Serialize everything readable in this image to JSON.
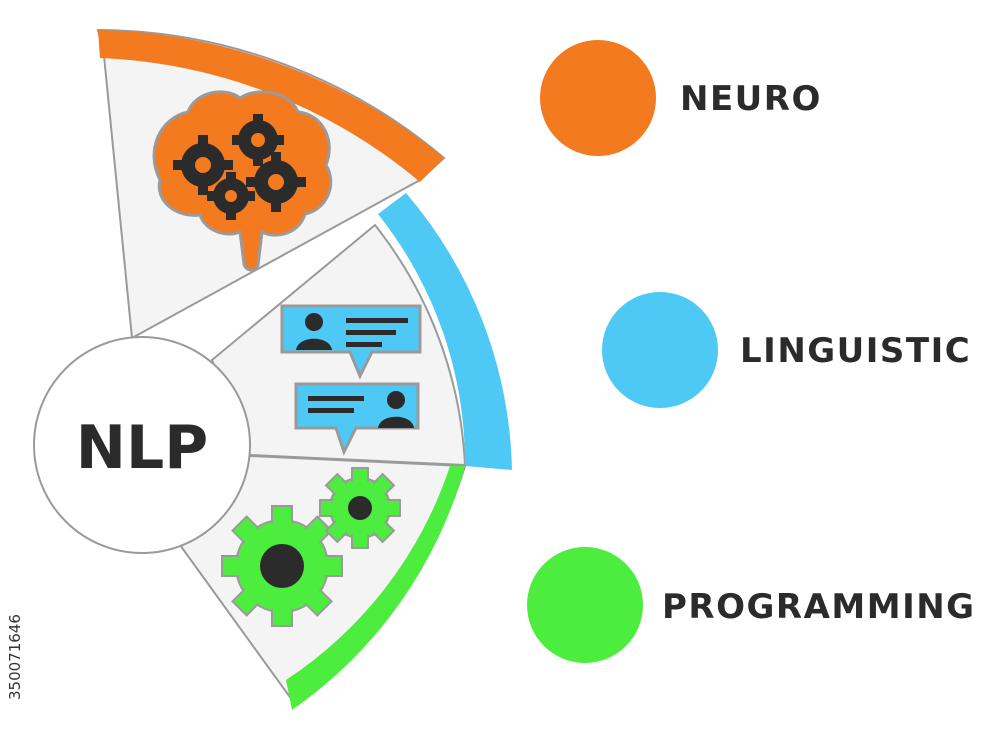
{
  "center": {
    "label": "NLP"
  },
  "terms": [
    {
      "word": "NEURO",
      "color": "#f37a1f",
      "icon": "brain-gears-icon"
    },
    {
      "word": "LINGUISTIC",
      "color": "#4ec8f4",
      "icon": "chat-bubbles-icon"
    },
    {
      "word": "PROGRAMMING",
      "color": "#4ded3f",
      "icon": "gears-icon"
    }
  ],
  "colors": {
    "segment_fill": "#f4f4f4",
    "outline": "#9a9a9a",
    "dark": "#2b2b2b"
  },
  "stock_id": "350071646"
}
